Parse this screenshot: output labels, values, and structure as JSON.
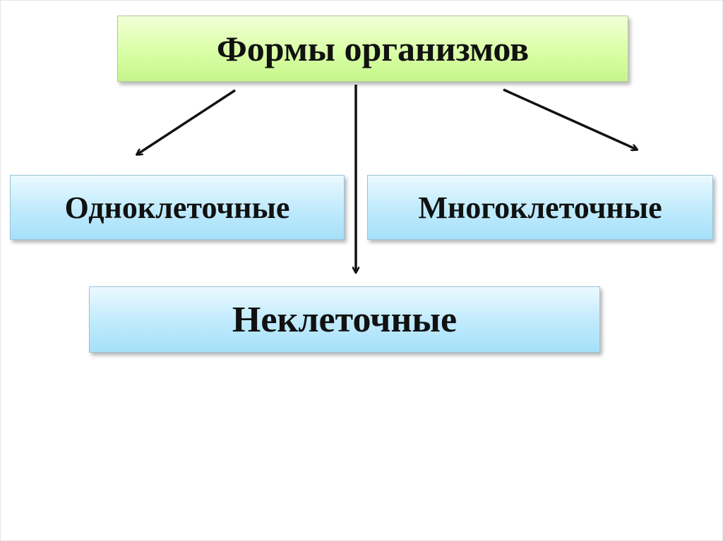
{
  "diagram": {
    "root": {
      "label": "Формы организмов"
    },
    "children": [
      {
        "id": "unicellular",
        "label": "Одноклеточные"
      },
      {
        "id": "multicellular",
        "label": "Многоклеточные"
      },
      {
        "id": "noncellular",
        "label": "Неклеточные"
      }
    ]
  },
  "colors": {
    "root_fill": "#d9ffa6",
    "child_fill": "#bfeafc",
    "arrow": "#111111",
    "text": "#111111"
  }
}
